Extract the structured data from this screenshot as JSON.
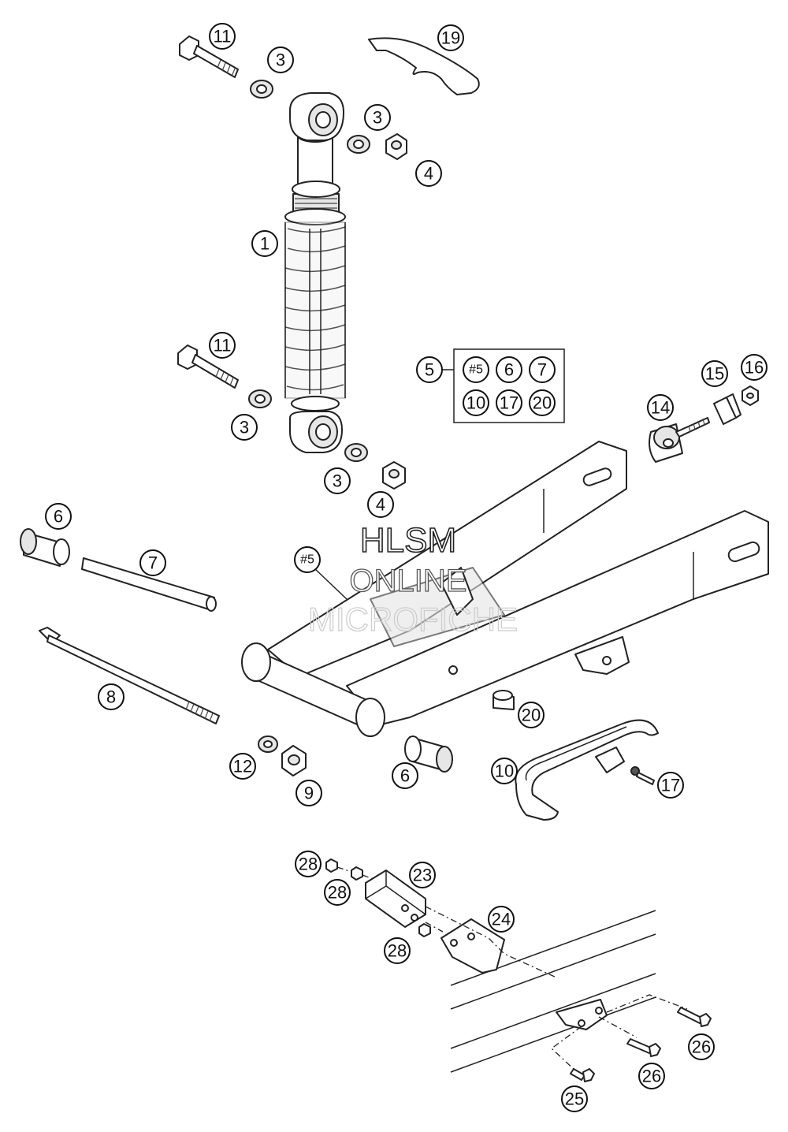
{
  "diagram": {
    "callouts": {
      "c1": "1",
      "c3a": "3",
      "c3b": "3",
      "c3c": "3",
      "c3d": "3",
      "c4a": "4",
      "c4b": "4",
      "c5": "5",
      "c5box": "#5",
      "c6box": "6",
      "c7box": "7",
      "c10box": "10",
      "c17box": "17",
      "c20box": "20",
      "c6a": "6",
      "c6b": "6",
      "c7": "7",
      "c8": "8",
      "c9": "9",
      "c10": "10",
      "c11a": "11",
      "c11b": "11",
      "c12": "12",
      "c14": "14",
      "c15": "15",
      "c16": "16",
      "c17": "17",
      "c19": "19",
      "c20": "20",
      "c23": "23",
      "c24": "24",
      "c25": "25",
      "c26a": "26",
      "c26b": "26",
      "c28a": "28",
      "c28b": "28",
      "c28c": "28",
      "c5label": "#5"
    }
  },
  "watermark": {
    "line1": "HLSM",
    "line2": "ONLINE",
    "line3": "MICROFICHE"
  }
}
